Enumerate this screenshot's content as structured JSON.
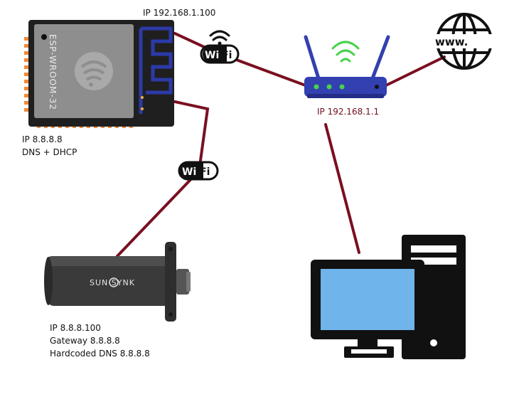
{
  "esp32": {
    "ip_label": "IP 192.168.1.100",
    "chip_text": "ESP-WROOM-32",
    "ip_line1": "IP 8.8.8.8",
    "ip_line2": "DNS + DHCP"
  },
  "router": {
    "ip_label": "IP 192.168.1.1"
  },
  "inverter_dongle": {
    "brand": "SUN SYNK",
    "line1": "IP 8.8.8.100",
    "line2": "Gateway 8.8.8.8",
    "line3": "Hardcoded DNS 8.8.8.8"
  },
  "internet": {
    "text": "www."
  },
  "wifi_badge": {
    "left": "Wi",
    "right": "Fi"
  },
  "colors": {
    "link": "#7a0f21",
    "router_ip": "#6b0f1e",
    "router_body": "#3340b0",
    "router_led": "#48d24a",
    "screen": "#6fb4ea",
    "chip_board": "#1f1f1f",
    "chip_pins": "#f08a3a",
    "chip_antenna": "#2c3aa8"
  }
}
